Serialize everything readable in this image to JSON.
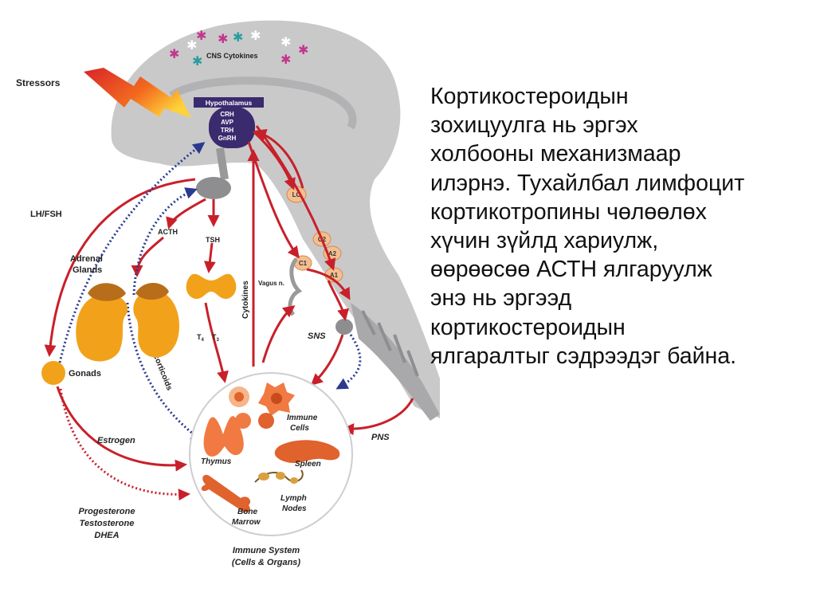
{
  "diagram": {
    "labels": {
      "cns_cytokines": "CNS Cytokines",
      "stressors": "Stressors",
      "hypothalamus": "Hypothalamus",
      "crh": "CRH",
      "avp": "AVP",
      "trh": "TRH",
      "gnrh": "GnRH",
      "lc": "LC",
      "c2": "C2",
      "a2": "A2",
      "c1": "C1",
      "a1": "A1",
      "lh_fsh": "LH/FSH",
      "acth": "ACTH",
      "tsh": "TSH",
      "adrenal_glands_1": "Adrenal",
      "adrenal_glands_2": "Glands",
      "cytokines": "Cytokines",
      "vagus": "Vagus n.",
      "t4": "T",
      "t4_sub": "4",
      "t3": "T",
      "t3_sub": "3",
      "sns": "SNS",
      "glucocorticoids": "Glucocorticoids",
      "gonads": "Gonads",
      "immune_cells_1": "Immune",
      "immune_cells_2": "Cells",
      "estrogen": "Estrogen",
      "thymus": "Thymus",
      "spleen": "Spleen",
      "pns": "PNS",
      "lymph_nodes_1": "Lymph",
      "lymph_nodes_2": "Nodes",
      "bone_marrow_1": "Bone",
      "bone_marrow_2": "Marrow",
      "progesterone": "Progesterone",
      "testosterone": "Testosterone",
      "dhea": "DHEA",
      "immune_system_1": "Immune System",
      "immune_system_2": "(Cells & Organs)"
    },
    "colors": {
      "arrow_red": "#c8202a",
      "arrow_blue": "#2b3a8f",
      "brain_gray": "#c9c9ca",
      "hypothalamus_purple": "#3a2a6e",
      "nucleus_peach": "#f3bf90",
      "gland_orange": "#f2a21a",
      "organ_orange": "#f07a42"
    }
  },
  "text": {
    "lines": [
      "Кортикостероидын",
      "зохицуулга нь эргэх",
      "холбооны механизмаар",
      "илэрнэ. Тухайлбал лимфоцит",
      "кортикотропины чөлөөлөх",
      "хүчин зүйлд хариулж,",
      "өөрөөсөө АСТН ялгаруулж",
      "энэ нь эргээд",
      "кортикостероидын",
      "ялгаралтыг сэдрээдэг байна."
    ]
  }
}
